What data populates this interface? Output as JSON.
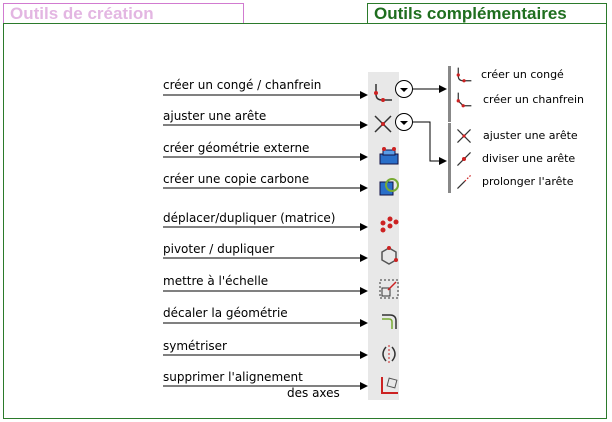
{
  "tabs": {
    "creation": "Outils de création",
    "complementary": "Outils complémentaires"
  },
  "tools": [
    {
      "label": "créer un congé / chanfrein"
    },
    {
      "label": "ajuster une arête"
    },
    {
      "label": "créer géométrie externe"
    },
    {
      "label": "créer une copie carbone"
    },
    {
      "label": "déplacer/dupliquer (matrice)"
    },
    {
      "label": "pivoter / dupliquer"
    },
    {
      "label": "mettre à l'échelle"
    },
    {
      "label": "décaler la géométrie"
    },
    {
      "label": "symétriser"
    },
    {
      "label": "supprimer l'alignement",
      "label2": "des axes"
    }
  ],
  "fillet_submenu": [
    "créer un congé",
    "créer un chanfrein"
  ],
  "trim_submenu": [
    "ajuster une arête",
    "diviser une arête",
    "prolonger l'arête"
  ],
  "colors": {
    "active_tab": "#1f6e1f",
    "inactive_tab": "#e3b6e2",
    "accent": "#cc2222"
  }
}
